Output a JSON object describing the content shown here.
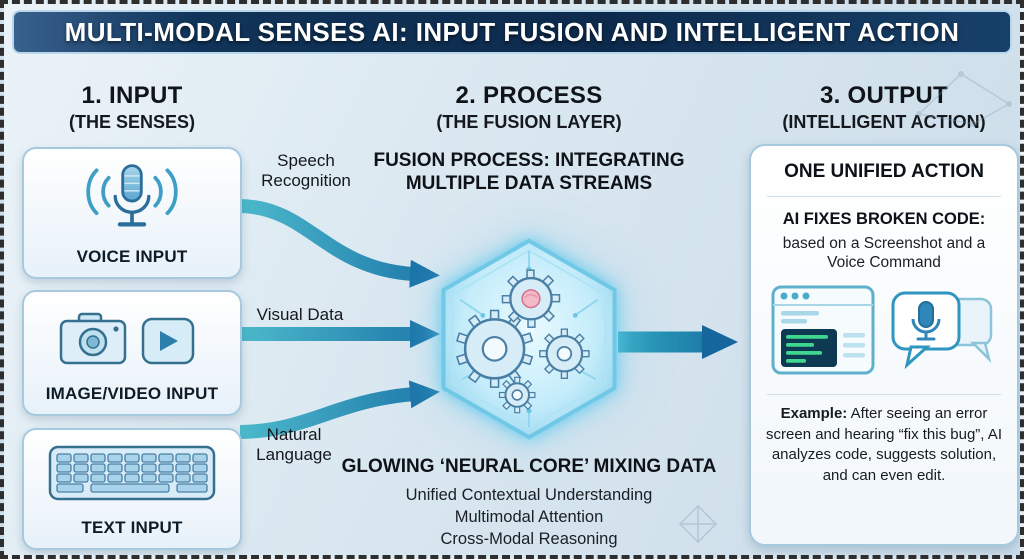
{
  "banner": {
    "title": "MULTI-MODAL SENSES AI: INPUT FUSION AND INTELLIGENT ACTION"
  },
  "input": {
    "title": "1. INPUT",
    "subtitle": "(THE SENSES)",
    "cards": [
      {
        "label": "VOICE INPUT",
        "icon": "microphone-icon"
      },
      {
        "label": "IMAGE/VIDEO INPUT",
        "icon": "camera-video-icon"
      },
      {
        "label": "TEXT INPUT",
        "icon": "keyboard-icon"
      }
    ]
  },
  "arrow_labels": {
    "speech": "Speech Recognition",
    "visual": "Visual Data",
    "natural": "Natural Language"
  },
  "process": {
    "title": "2. PROCESS",
    "subtitle": "(THE FUSION LAYER)",
    "heading": "FUSION PROCESS: INTEGRATING MULTIPLE DATA STREAMS",
    "core_icon": "neural-core-hexagon-icon",
    "core_caption": "GLOWING ‘NEURAL CORE’ MIXING DATA",
    "features": [
      "Unified Contextual Understanding",
      "Multimodal Attention",
      "Cross-Modal Reasoning"
    ]
  },
  "output": {
    "title": "3. OUTPUT",
    "subtitle": "(INTELLIGENT ACTION)",
    "card": {
      "heading": "ONE UNIFIED ACTION",
      "action_title": "AI FIXES BROKEN CODE:",
      "action_subtitle": "based on a Screenshot and a Voice Command",
      "icons": [
        "code-window-icon",
        "voice-command-chat-icon"
      ],
      "example_label": "Example:",
      "example_text": "After seeing an error screen and hearing “fix this bug”, AI analyzes code, suggests solution, and can even edit."
    }
  },
  "colors": {
    "banner_bg": "#0d2a4c",
    "accent_teal": "#2398bd",
    "arrow_blue": "#1b74a8",
    "card_border": "#a6c9de",
    "glow_cyan": "#7ad4ef"
  }
}
